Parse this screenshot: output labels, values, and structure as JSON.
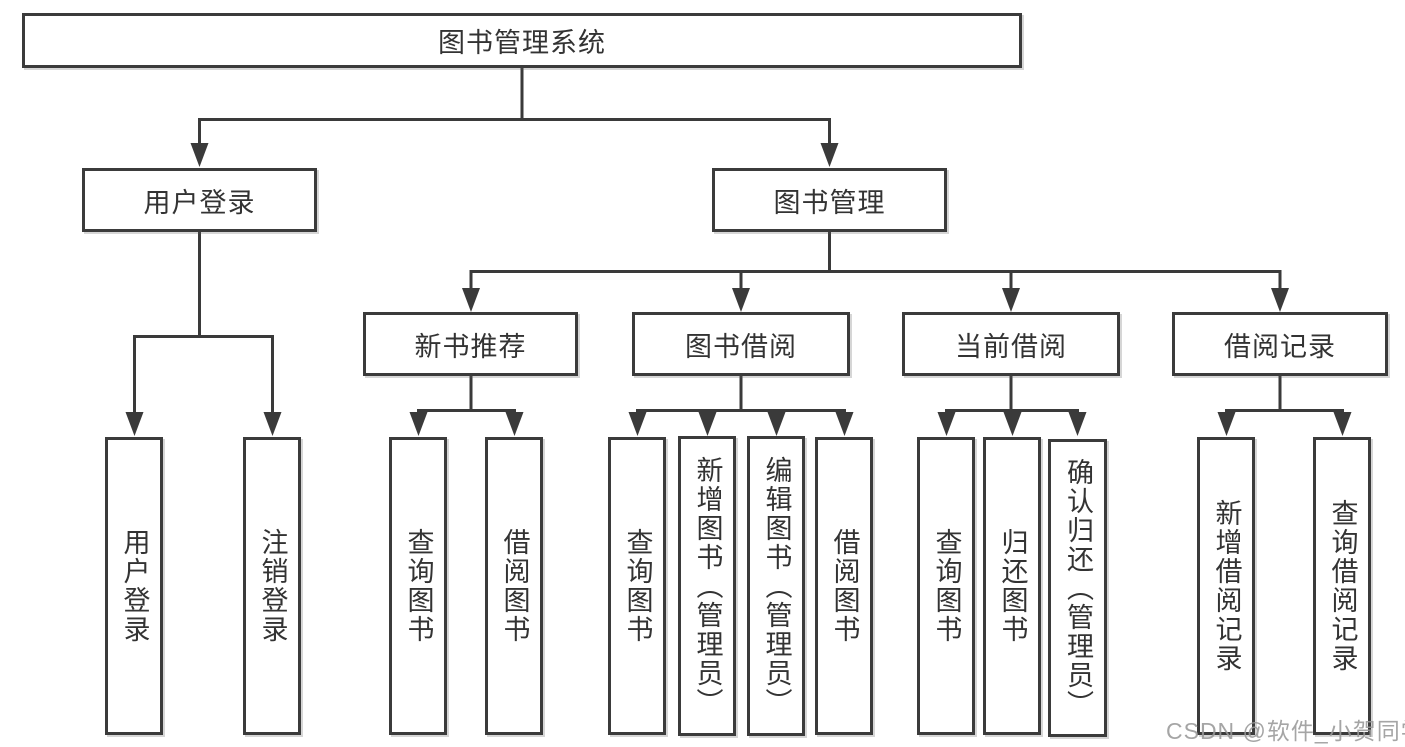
{
  "diagram": {
    "tree": {
      "label": "图书管理系统",
      "children": [
        {
          "label": "用户登录",
          "children": [
            {
              "label": "用户登录"
            },
            {
              "label": "注销登录"
            }
          ]
        },
        {
          "label": "图书管理",
          "children": [
            {
              "label": "新书推荐",
              "children": [
                {
                  "label": "查询图书"
                },
                {
                  "label": "借阅图书"
                }
              ]
            },
            {
              "label": "图书借阅",
              "children": [
                {
                  "label": "查询图书"
                },
                {
                  "label": "新增图书（管理员）"
                },
                {
                  "label": "编辑图书（管理员）"
                },
                {
                  "label": "借阅图书"
                }
              ]
            },
            {
              "label": "当前借阅",
              "children": [
                {
                  "label": "查询图书"
                },
                {
                  "label": "归还图书"
                },
                {
                  "label": "确认归还（管理员）"
                }
              ]
            },
            {
              "label": "借阅记录",
              "children": [
                {
                  "label": "新增借阅记录"
                },
                {
                  "label": "查询借阅记录"
                }
              ]
            }
          ]
        }
      ]
    },
    "colors": {
      "line": "#3a3a3a",
      "text": "#333333",
      "box_background": "#ffffff",
      "watermark_text_color": "#999999"
    }
  },
  "watermark": "CSDN @软件_小贺同学"
}
